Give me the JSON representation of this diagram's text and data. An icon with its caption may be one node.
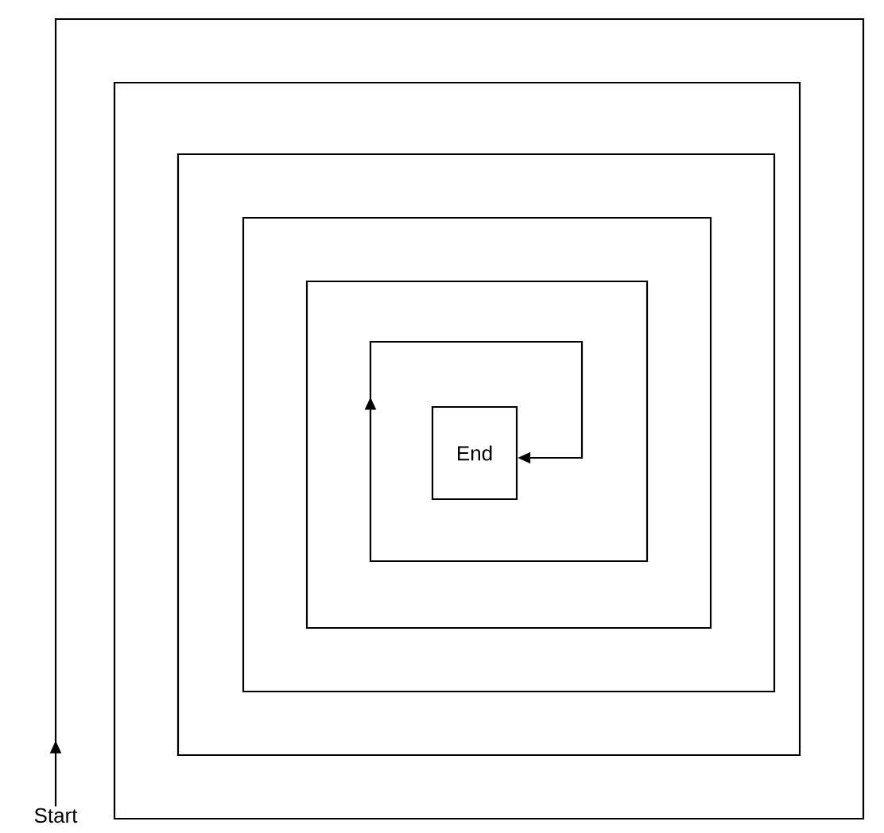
{
  "diagram": {
    "nodes": [
      {
        "text": [
          "Start"
        ]
      },
      {
        "text": [
          "End"
        ]
      }
    ],
    "edges": [
      {
        "from": 0,
        "to": 1,
        "arrow": "to"
      }
    ]
  }
}
